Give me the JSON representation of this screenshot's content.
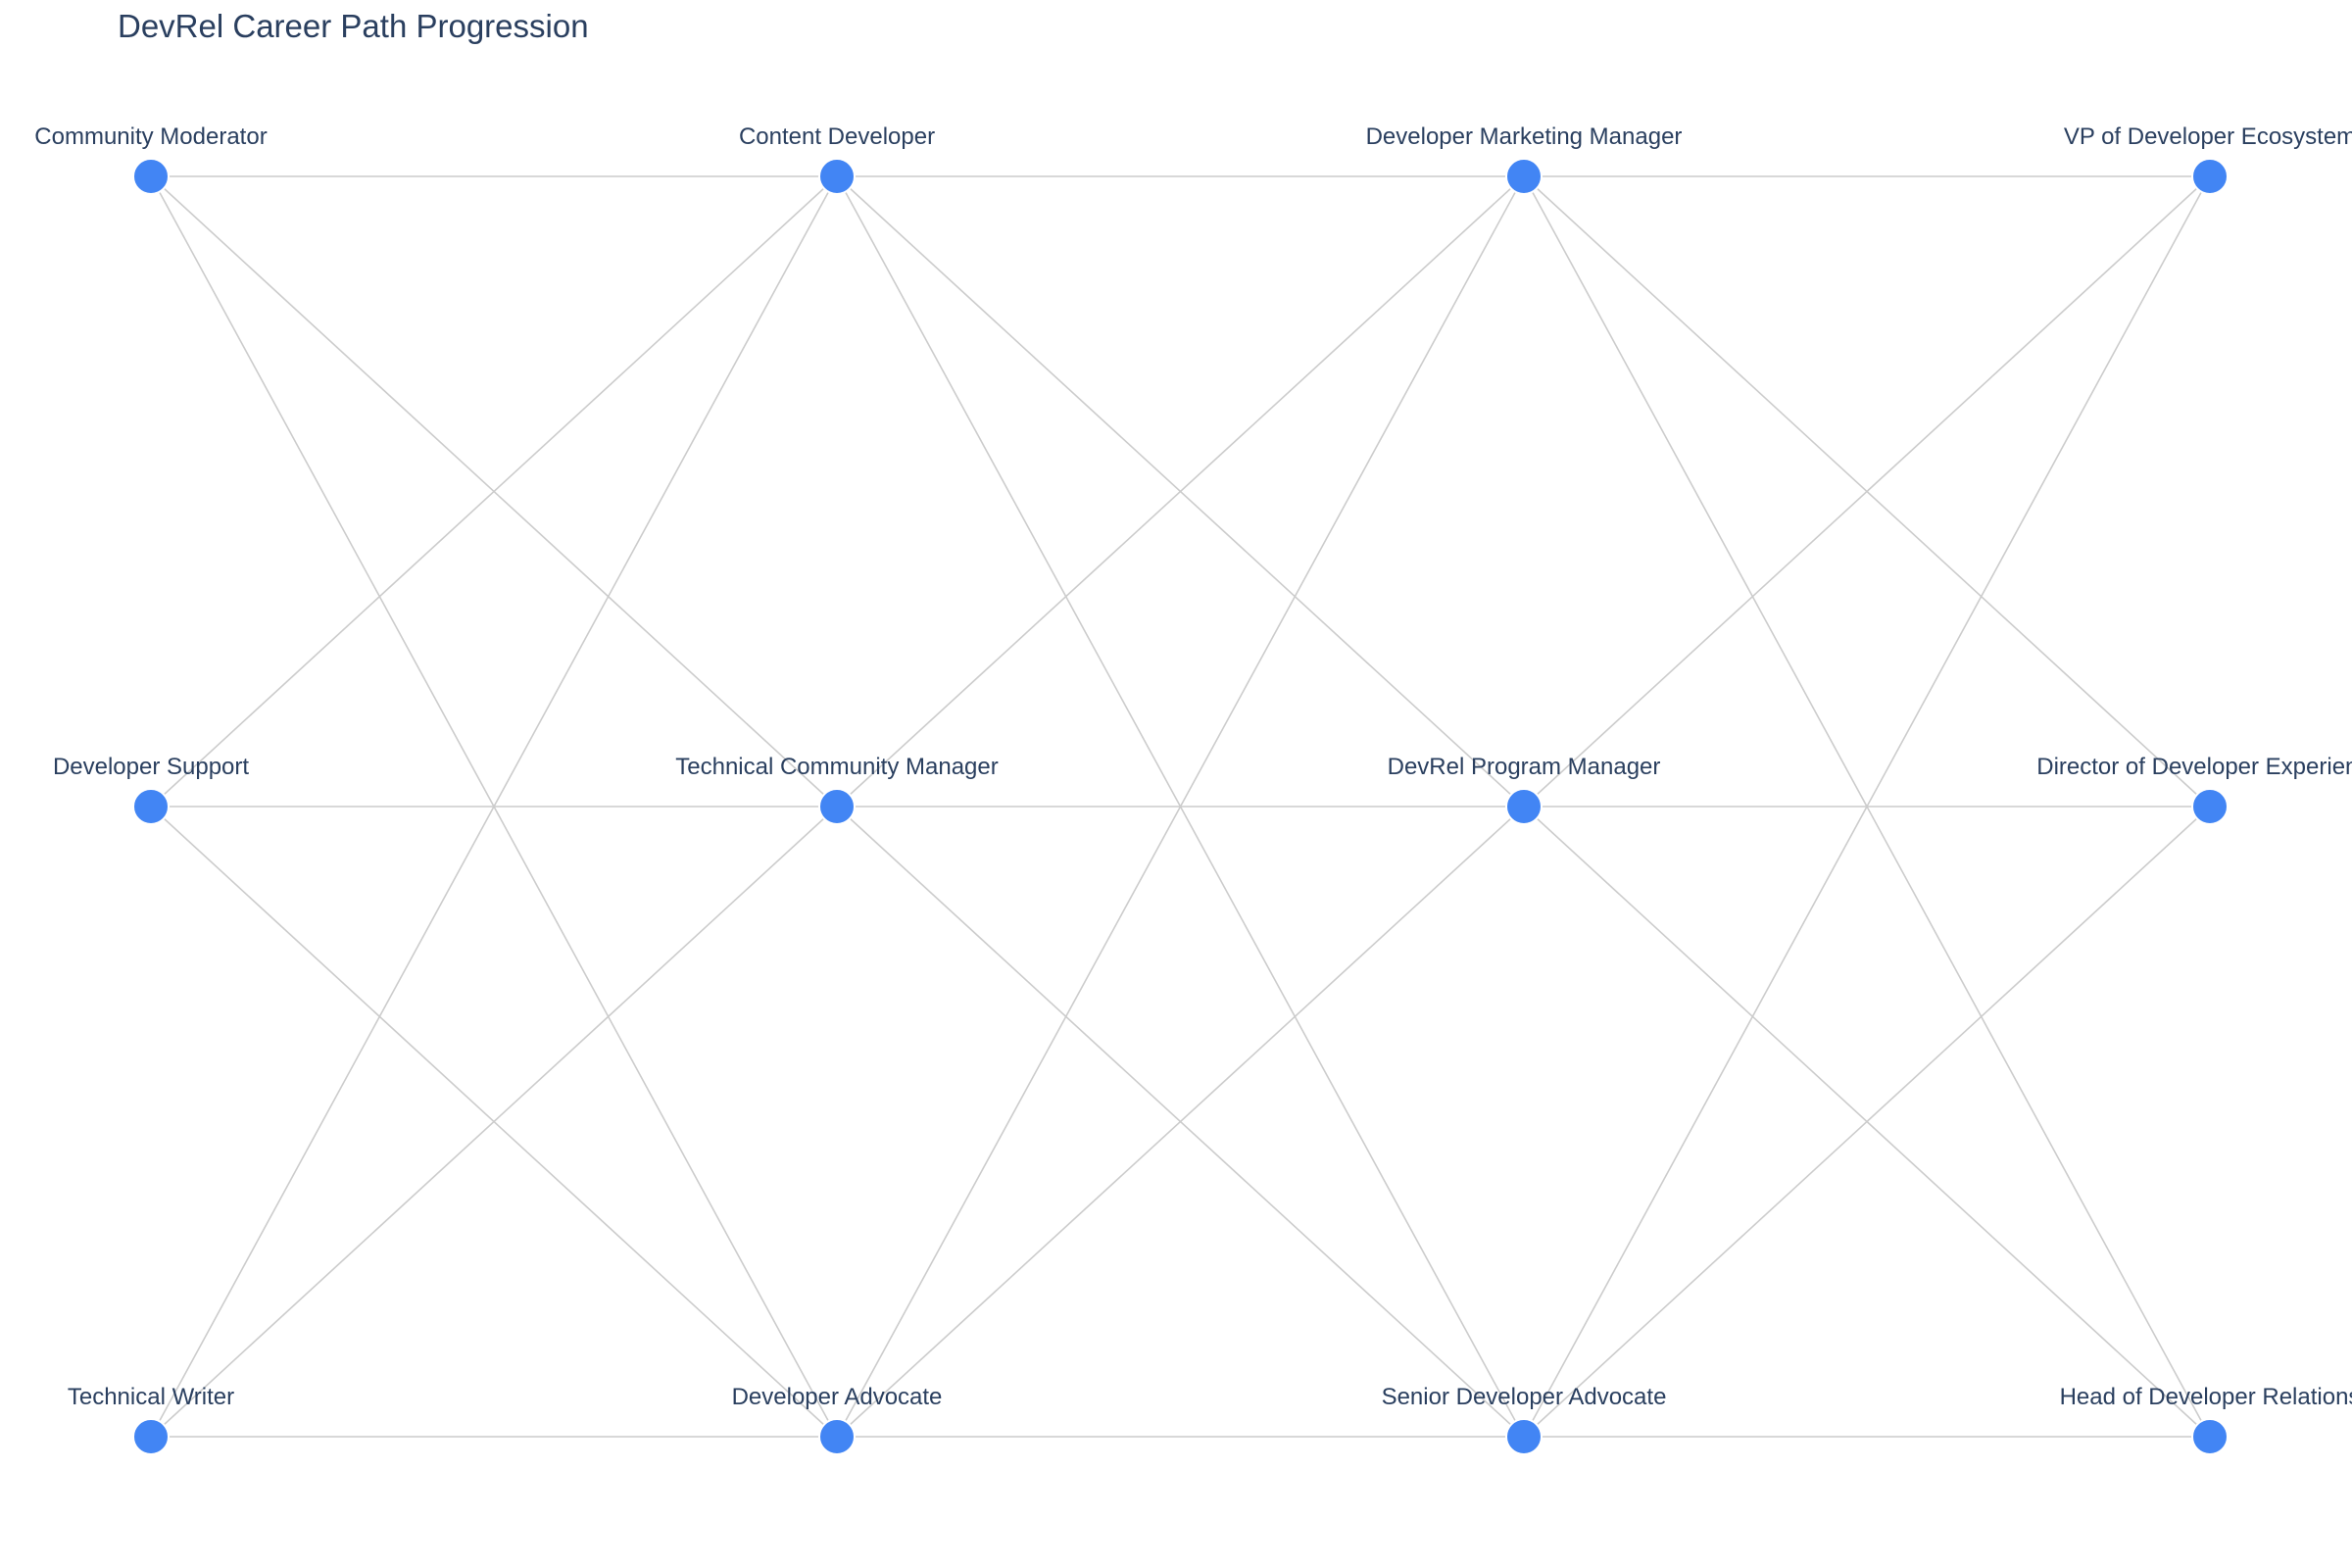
{
  "title": "DevRel Career Path Progression",
  "colors": {
    "node": "#4285f4",
    "edge": "#cccccc",
    "text": "#2a3f5f"
  },
  "nodes": [
    {
      "id": "community-moderator",
      "label": "Community Moderator",
      "col": 0,
      "row": 0
    },
    {
      "id": "developer-support",
      "label": "Developer Support",
      "col": 0,
      "row": 1
    },
    {
      "id": "technical-writer",
      "label": "Technical Writer",
      "col": 0,
      "row": 2
    },
    {
      "id": "content-developer",
      "label": "Content Developer",
      "col": 1,
      "row": 0
    },
    {
      "id": "technical-community-manager",
      "label": "Technical Community Manager",
      "col": 1,
      "row": 1
    },
    {
      "id": "developer-advocate",
      "label": "Developer Advocate",
      "col": 1,
      "row": 2
    },
    {
      "id": "developer-marketing-manager",
      "label": "Developer Marketing Manager",
      "col": 2,
      "row": 0
    },
    {
      "id": "devrel-program-manager",
      "label": "DevRel Program Manager",
      "col": 2,
      "row": 1
    },
    {
      "id": "senior-developer-advocate",
      "label": "Senior Developer Advocate",
      "col": 2,
      "row": 2
    },
    {
      "id": "vp-of-developer-ecosystem",
      "label": "VP of Developer Ecosystem",
      "col": 3,
      "row": 0
    },
    {
      "id": "director-of-developer-experience",
      "label": "Director of Developer Experience",
      "col": 3,
      "row": 1
    },
    {
      "id": "head-of-developer-relations",
      "label": "Head of Developer Relations",
      "col": 3,
      "row": 2
    }
  ],
  "edges_rule": "every node links to all three nodes in the next column"
}
